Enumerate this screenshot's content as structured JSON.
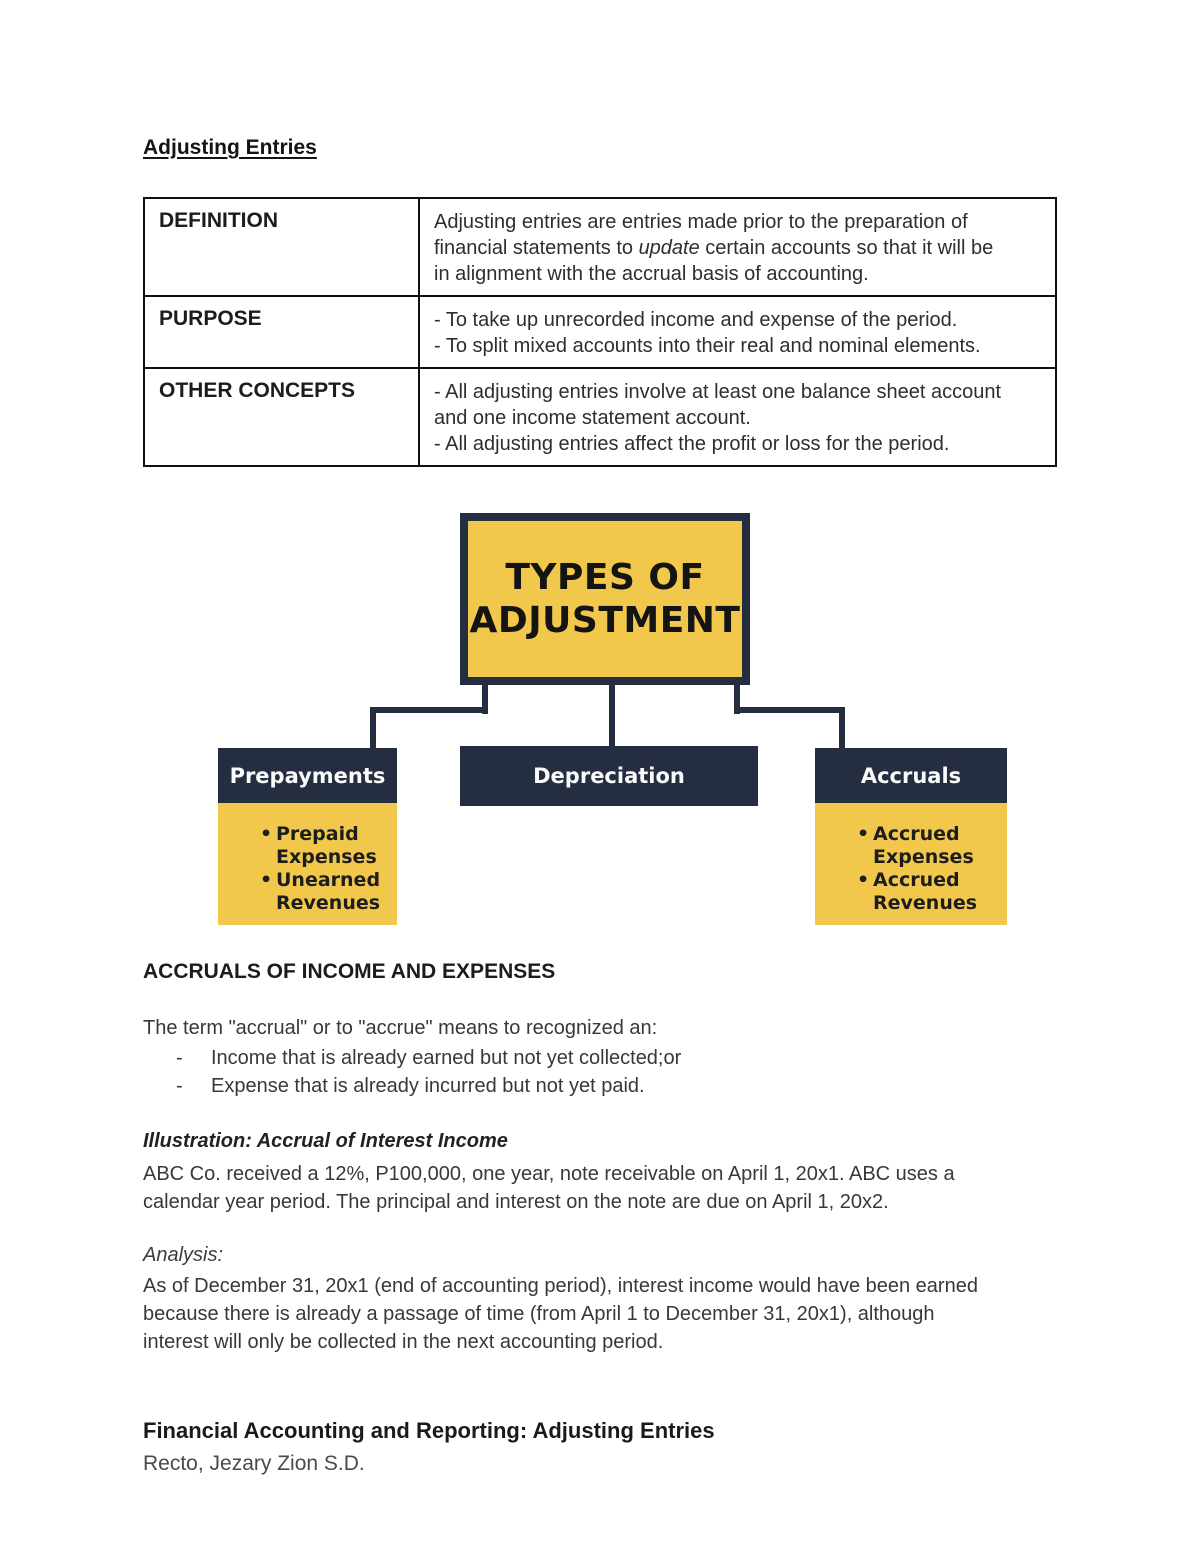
{
  "document": {
    "title": "Adjusting Entries"
  },
  "table": {
    "rows": [
      {
        "label": "DEFINITION",
        "lines": [
          {
            "pre": "Adjusting entries are entries made prior to the preparation of"
          },
          {
            "pre": "financial statements to ",
            "italic": "update",
            "post": " certain accounts so that it will be"
          },
          {
            "pre": "in alignment with the accrual basis of accounting."
          }
        ]
      },
      {
        "label": "PURPOSE",
        "lines": [
          "- To take up unrecorded income and expense of the period.",
          "- To split mixed accounts into their real and nominal elements."
        ]
      },
      {
        "label": "OTHER CONCEPTS",
        "lines": [
          "- All adjusting entries involve at least one balance sheet account",
          "and one income statement account.",
          "- All adjusting entries affect the profit or loss for the period."
        ]
      }
    ]
  },
  "diagram": {
    "root": {
      "line1": "TYPES OF",
      "line2": "ADJUSTMENT"
    },
    "bullet_marker": "•",
    "branches": [
      {
        "label": "Prepayments",
        "items": [
          "Prepaid Expenses",
          "Unearned Revenues"
        ]
      },
      {
        "label": "Depreciation",
        "items": []
      },
      {
        "label": "Accruals",
        "items": [
          "Accrued Expenses",
          "Accrued Revenues"
        ]
      }
    ],
    "colors": {
      "yellow": "#f2c84c",
      "navy": "#242e40"
    }
  },
  "accruals_section": {
    "heading": "ACCRUALS OF INCOME AND EXPENSES",
    "intro": "The term \"accrual\" or to \"accrue\" means to recognized an:",
    "marker": "-",
    "bullets": [
      "Income that is already earned but not yet collected;or",
      "Expense that is already incurred but not yet paid."
    ]
  },
  "illustration": {
    "heading": "Illustration: Accrual of Interest Income",
    "lines": [
      "ABC Co. received a 12%, P100,000, one year, note receivable on April 1, 20x1. ABC uses a",
      "calendar year period. The principal and interest on the note are due on April 1, 20x2."
    ]
  },
  "analysis": {
    "heading": "Analysis:",
    "lines": [
      "As of December 31, 20x1 (end of accounting period), interest income would have been earned",
      "because there is already a passage of time (from April 1 to December 31, 20x1), although",
      "interest will only be collected in the next accounting period."
    ]
  },
  "footer": {
    "course": "Financial Accounting and Reporting: Adjusting Entries",
    "author": "Recto, Jezary Zion S.D."
  }
}
